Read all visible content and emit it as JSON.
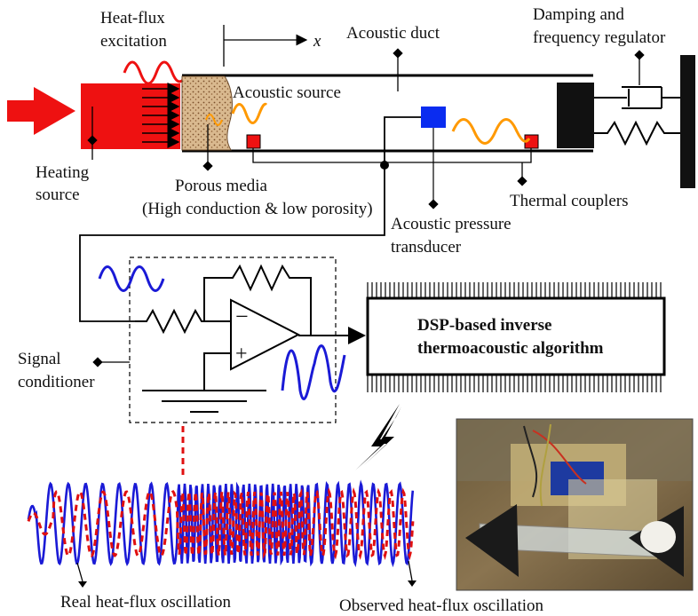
{
  "labels": {
    "heat_flux_excitation": [
      "Heat-flux",
      "excitation"
    ],
    "axis_x": "x",
    "acoustic_duct": "Acoustic duct",
    "damping_regulator": [
      "Damping and",
      "frequency regulator"
    ],
    "acoustic_source": "Acoustic source",
    "heating_source": [
      "Heating",
      "source"
    ],
    "porous_media": [
      "Porous media",
      "(High conduction & low porosity)"
    ],
    "thermal_couplers": "Thermal couplers",
    "pressure_transducer": [
      "Acoustic pressure",
      "transducer"
    ],
    "signal_conditioner": [
      "Signal",
      "conditioner"
    ],
    "opamp_minus": "−",
    "opamp_plus": "+",
    "dsp_box": [
      "DSP-based inverse",
      "thermoacoustic algorithm"
    ],
    "real_oscillation": "Real heat-flux oscillation",
    "observed_oscillation": "Observed heat-flux oscillation"
  },
  "colors": {
    "heater_red": "#ee1111",
    "wave_orange": "#ff9900",
    "signal_blue": "#1a1ad6",
    "dashed_red": "#e01010",
    "transducer_blue": "#0a2cf0",
    "porous_tan": "#d7b48a"
  }
}
